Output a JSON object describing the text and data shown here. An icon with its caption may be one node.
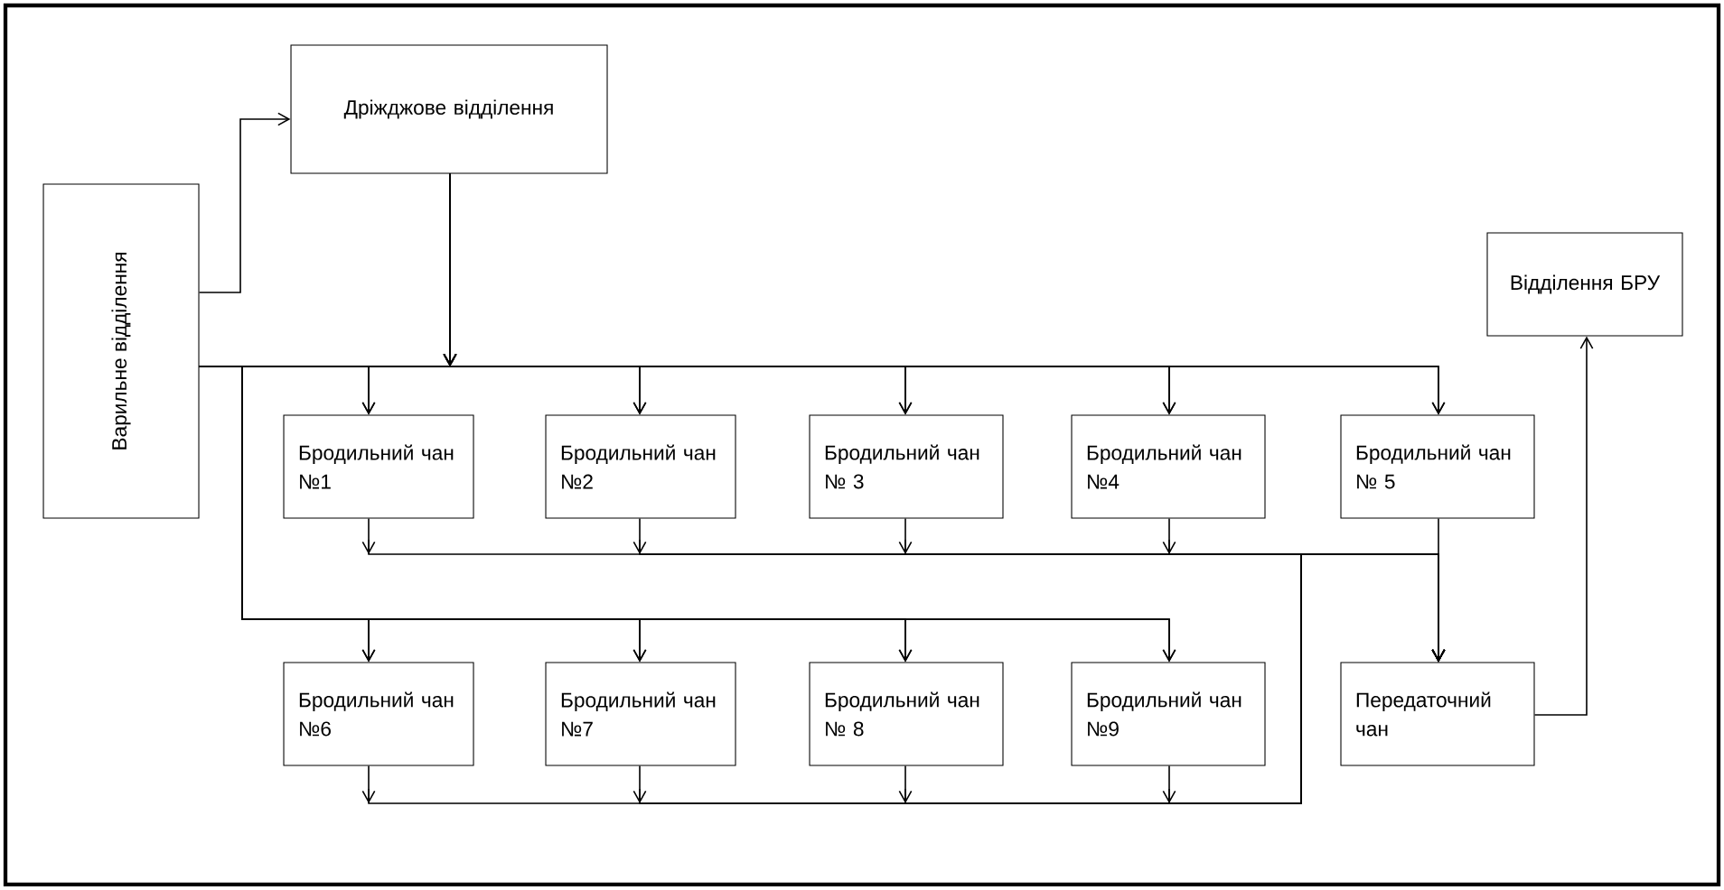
{
  "diagram": {
    "nodes": [
      {
        "text": [
          "Варильне відділення"
        ]
      },
      {
        "text": [
          "Дріжджове відділення"
        ]
      },
      {
        "text": [
          "Відділення БРУ"
        ]
      },
      {
        "text": [
          "Бродильний чан №1"
        ]
      },
      {
        "text": [
          "Бродильний чан №2"
        ]
      },
      {
        "text": [
          "Бродильний чан № 3"
        ]
      },
      {
        "text": [
          "Бродильний чан №4"
        ]
      },
      {
        "text": [
          "Бродильний чан № 5"
        ]
      },
      {
        "text": [
          "Бродильний чан №6"
        ]
      },
      {
        "text": [
          "Бродильний чан №7"
        ]
      },
      {
        "text": [
          "Бродильний чан № 8"
        ]
      },
      {
        "text": [
          "Бродильний чан №9"
        ]
      },
      {
        "text": [
          "Передаточний чан"
        ]
      }
    ],
    "edges": [
      {
        "from": 0,
        "to": 1,
        "arrow": "to"
      },
      {
        "from": 0,
        "to": 3,
        "arrow": "to"
      },
      {
        "from": 0,
        "to": 4,
        "arrow": "to"
      },
      {
        "from": 0,
        "to": 5,
        "arrow": "to"
      },
      {
        "from": 0,
        "to": 6,
        "arrow": "to"
      },
      {
        "from": 0,
        "to": 7,
        "arrow": "to"
      },
      {
        "from": 0,
        "to": 8,
        "arrow": "to"
      },
      {
        "from": 0,
        "to": 9,
        "arrow": "to"
      },
      {
        "from": 0,
        "to": 10,
        "arrow": "to"
      },
      {
        "from": 0,
        "to": 11,
        "arrow": "to"
      },
      {
        "from": 1,
        "to": 3,
        "arrow": "to"
      },
      {
        "from": 1,
        "to": 4,
        "arrow": "to"
      },
      {
        "from": 1,
        "to": 5,
        "arrow": "to"
      },
      {
        "from": 1,
        "to": 6,
        "arrow": "to"
      },
      {
        "from": 1,
        "to": 7,
        "arrow": "to"
      },
      {
        "from": 1,
        "to": 8,
        "arrow": "to"
      },
      {
        "from": 1,
        "to": 9,
        "arrow": "to"
      },
      {
        "from": 1,
        "to": 10,
        "arrow": "to"
      },
      {
        "from": 1,
        "to": 11,
        "arrow": "to"
      },
      {
        "from": 3,
        "to": 12,
        "arrow": "to"
      },
      {
        "from": 4,
        "to": 12,
        "arrow": "to"
      },
      {
        "from": 5,
        "to": 12,
        "arrow": "to"
      },
      {
        "from": 6,
        "to": 12,
        "arrow": "to"
      },
      {
        "from": 7,
        "to": 12,
        "arrow": "to"
      },
      {
        "from": 8,
        "to": 12,
        "arrow": "to"
      },
      {
        "from": 9,
        "to": 12,
        "arrow": "to"
      },
      {
        "from": 10,
        "to": 12,
        "arrow": "to"
      },
      {
        "from": 11,
        "to": 12,
        "arrow": "to"
      },
      {
        "from": 12,
        "to": 2,
        "arrow": "to"
      }
    ]
  }
}
